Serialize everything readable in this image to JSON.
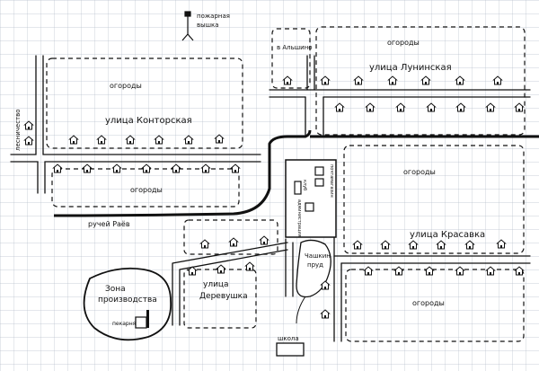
{
  "labels": {
    "fire_tower": [
      "пожарная",
      "вышка"
    ],
    "to_alshino": "в Альшино",
    "gardens": "огороды",
    "street_luninskaya": "улица Лунинская",
    "street_kontorskaya": "улица Конторская",
    "forestry": "лесничество",
    "stream": "ручей Раёв",
    "street_krasavka": "улица Красавка",
    "pond": [
      "Чашкин",
      "пруд"
    ],
    "street_derevushka": [
      "улица",
      "Деревушка"
    ],
    "production_zone": [
      "Зона",
      "производства"
    ],
    "bakery": "пекарня",
    "school": "школа",
    "post": "почта",
    "store": "магазин",
    "club": "клуб",
    "admin": "администрация"
  },
  "colors": {
    "ink": "#111111",
    "grid": "#b8c0cc",
    "paper": "#ffffff"
  }
}
